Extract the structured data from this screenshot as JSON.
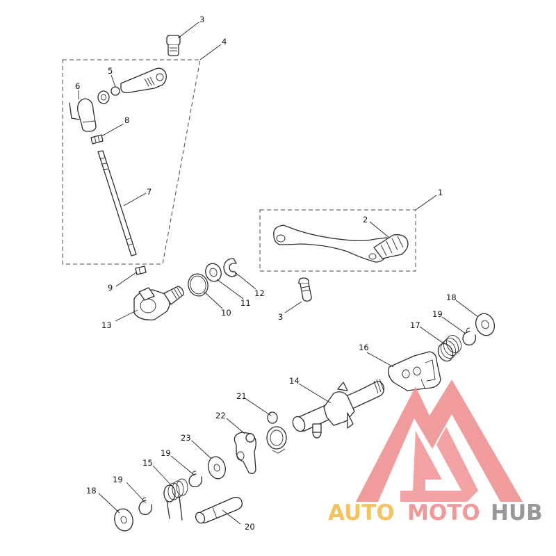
{
  "callouts": [
    {
      "id": "c1",
      "label": "1"
    },
    {
      "id": "c2",
      "label": "2"
    },
    {
      "id": "c3a",
      "label": "3"
    },
    {
      "id": "c3b",
      "label": "3"
    },
    {
      "id": "c4",
      "label": "4"
    },
    {
      "id": "c5",
      "label": "5"
    },
    {
      "id": "c6",
      "label": "6"
    },
    {
      "id": "c7",
      "label": "7"
    },
    {
      "id": "c8",
      "label": "8"
    },
    {
      "id": "c9",
      "label": "9"
    },
    {
      "id": "c10",
      "label": "10"
    },
    {
      "id": "c11",
      "label": "11"
    },
    {
      "id": "c12",
      "label": "12"
    },
    {
      "id": "c13",
      "label": "13"
    },
    {
      "id": "c14",
      "label": "14"
    },
    {
      "id": "c15",
      "label": "15"
    },
    {
      "id": "c16",
      "label": "16"
    },
    {
      "id": "c17",
      "label": "17"
    },
    {
      "id": "c18a",
      "label": "18"
    },
    {
      "id": "c18b",
      "label": "18"
    },
    {
      "id": "c19a",
      "label": "19"
    },
    {
      "id": "c19b",
      "label": "19"
    },
    {
      "id": "c19c",
      "label": "19"
    },
    {
      "id": "c20",
      "label": "20"
    },
    {
      "id": "c21",
      "label": "21"
    },
    {
      "id": "c22",
      "label": "22"
    },
    {
      "id": "c23",
      "label": "23"
    }
  ],
  "watermark": {
    "word_auto": "AUTO",
    "word_moto": "MOTO",
    "word_hub": "HUB",
    "colors": {
      "auto": "#f3bb4a",
      "moto": "#f08c8c",
      "hub": "#8a8a8a",
      "logo": "#ef8f8f"
    }
  }
}
